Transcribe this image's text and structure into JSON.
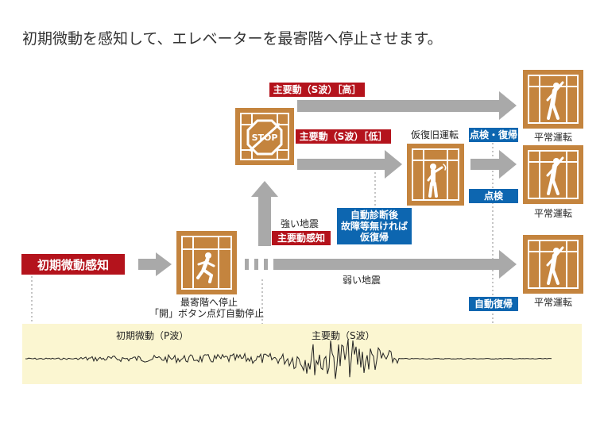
{
  "title": "初期微動を感知して、エレベーターを最寄階へ停止させます。",
  "initial_detect": "初期微動感知",
  "nearest_stop": {
    "line1": "最寄階へ停止",
    "line2": "「開」ボタン点灯自動停止"
  },
  "strong_quake": "強い地震",
  "main_detect": "主要動感知",
  "weak_quake": "弱い地震",
  "s_high": "主要動（S波）［高］",
  "s_low": "主要動（S波）［低］",
  "temp_restore": "仮復旧運転",
  "self_diag": {
    "line1": "自動診断後",
    "line2": "故障等無ければ",
    "line3": "仮復帰"
  },
  "inspect_restore": "点検・復帰",
  "inspect": "点検",
  "auto_restore": "自動復帰",
  "normal_op": "平常運転",
  "stop_sign": "STOP",
  "p_wave": "初期微動（P波）",
  "s_wave": "主要動（S波）",
  "colors": {
    "elevator": "#c4843e",
    "red": "#b4131c",
    "blue": "#0d66b0",
    "arrow": "#a9a9a9",
    "wave_bg": "#fbf6d1"
  }
}
